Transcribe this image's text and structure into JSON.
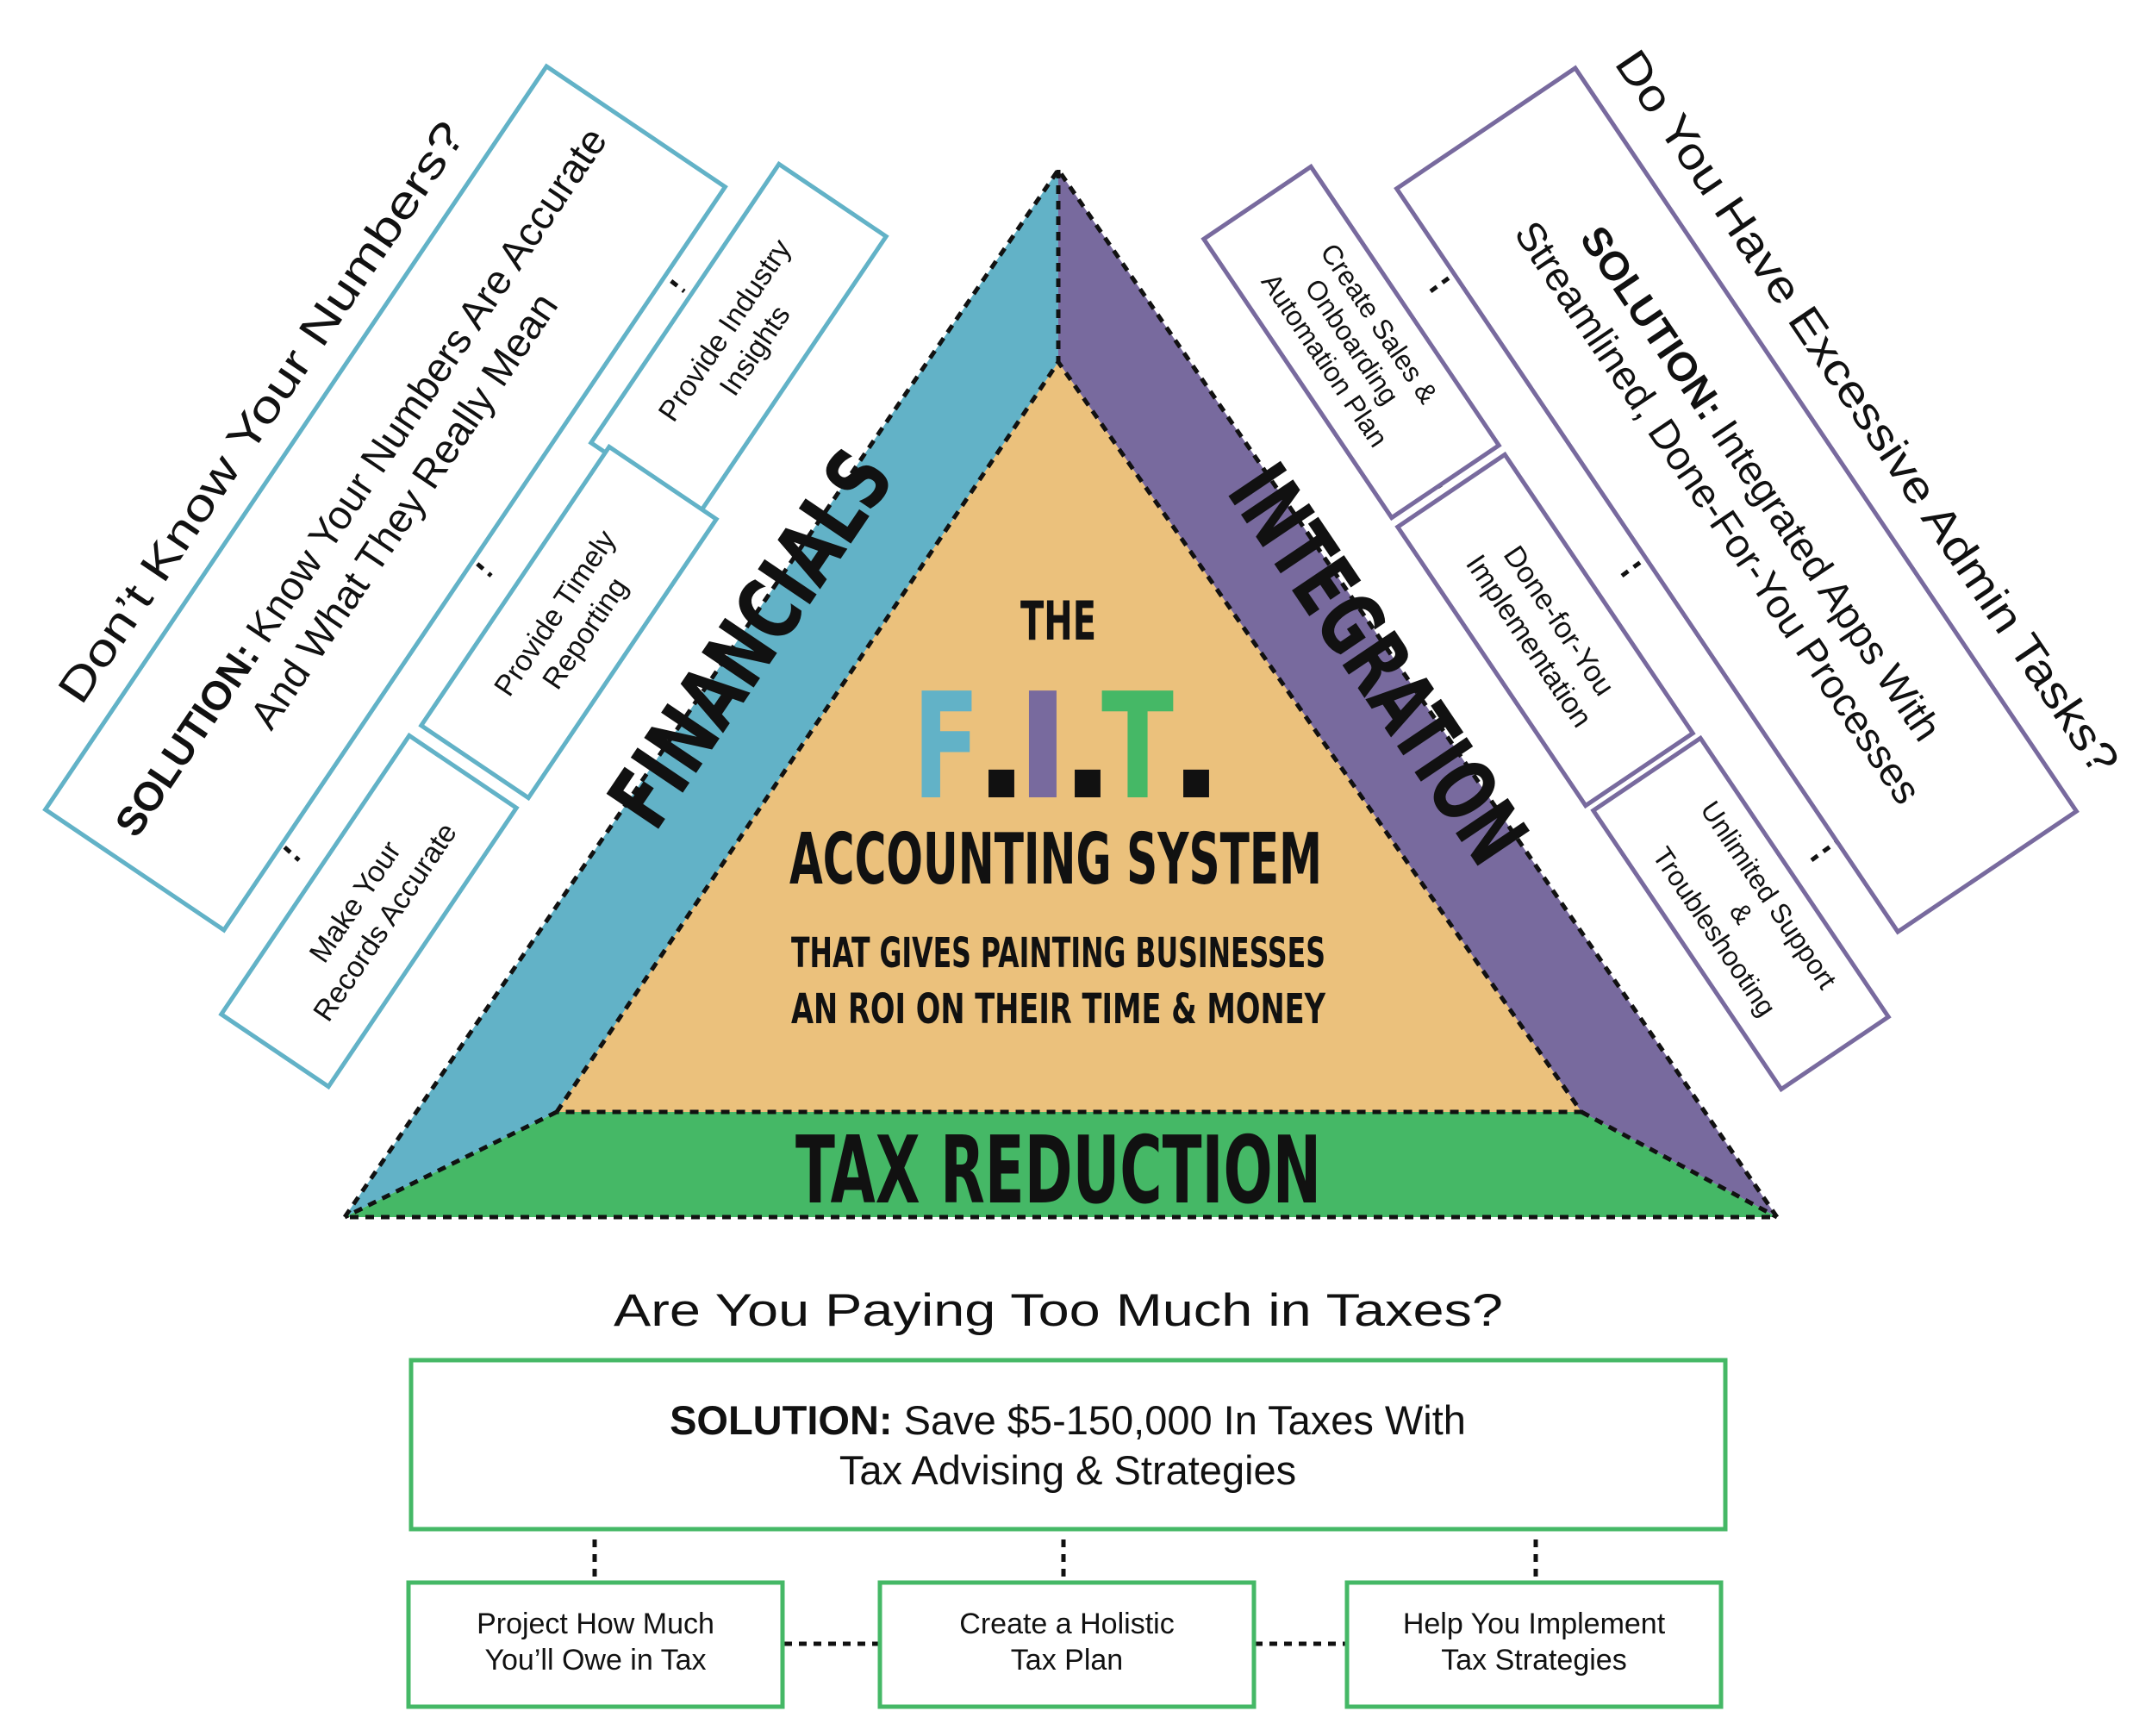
{
  "colors": {
    "blue": "#62b2c7",
    "purple": "#786a9e",
    "green": "#45b866",
    "tan": "#ebc17c",
    "dark": "#111111"
  },
  "center": {
    "the": "THE",
    "fit_f": "F",
    "fit_i": "I",
    "fit_t": "T",
    "dot": ".",
    "system": "ACCOUNTING SYSTEM",
    "tagline_1": "THAT GIVES PAINTING BUSINESSES",
    "tagline_2": "AN ROI ON THEIR TIME & MONEY"
  },
  "sides": {
    "financials": "FINANCIALS",
    "integration": "INTEGRATION",
    "tax_reduction": "TAX REDUCTION"
  },
  "financials": {
    "question": "Don’t Know Your Numbers?",
    "solution_label": "SOLUTION:",
    "solution_text_1": " Know Your Numbers Are Accurate",
    "solution_text_2": "And What They Really Mean",
    "items": [
      {
        "line1": "Make Your",
        "line2": "Records Accurate"
      },
      {
        "line1": "Provide Timely",
        "line2": "Reporting"
      },
      {
        "line1": "Provide Industry",
        "line2": "Insights"
      }
    ]
  },
  "integration": {
    "question": "Do You Have Excessive Admin Tasks?",
    "solution_label": "SOLUTION:",
    "solution_text_1": " Integrated Apps With",
    "solution_text_2": "Streamlined, Done-For-You Processes",
    "items": [
      {
        "line1": "Create Sales &",
        "line2": "Onboarding",
        "line3": "Automation Plan"
      },
      {
        "line1": "Done-for-You",
        "line2": "Implementation"
      },
      {
        "line1": "Unlimited Support",
        "line2": "&",
        "line3": "Troubleshooting"
      }
    ]
  },
  "tax": {
    "question": "Are You Paying Too Much in Taxes?",
    "solution_label": "SOLUTION:",
    "solution_text_1": " Save $5-150,000 In Taxes With",
    "solution_text_2": "Tax Advising & Strategies",
    "items": [
      {
        "line1": "Project How Much",
        "line2": "You’ll Owe in Tax"
      },
      {
        "line1": "Create a Holistic",
        "line2": "Tax Plan"
      },
      {
        "line1": "Help You Implement",
        "line2": "Tax Strategies"
      }
    ]
  }
}
